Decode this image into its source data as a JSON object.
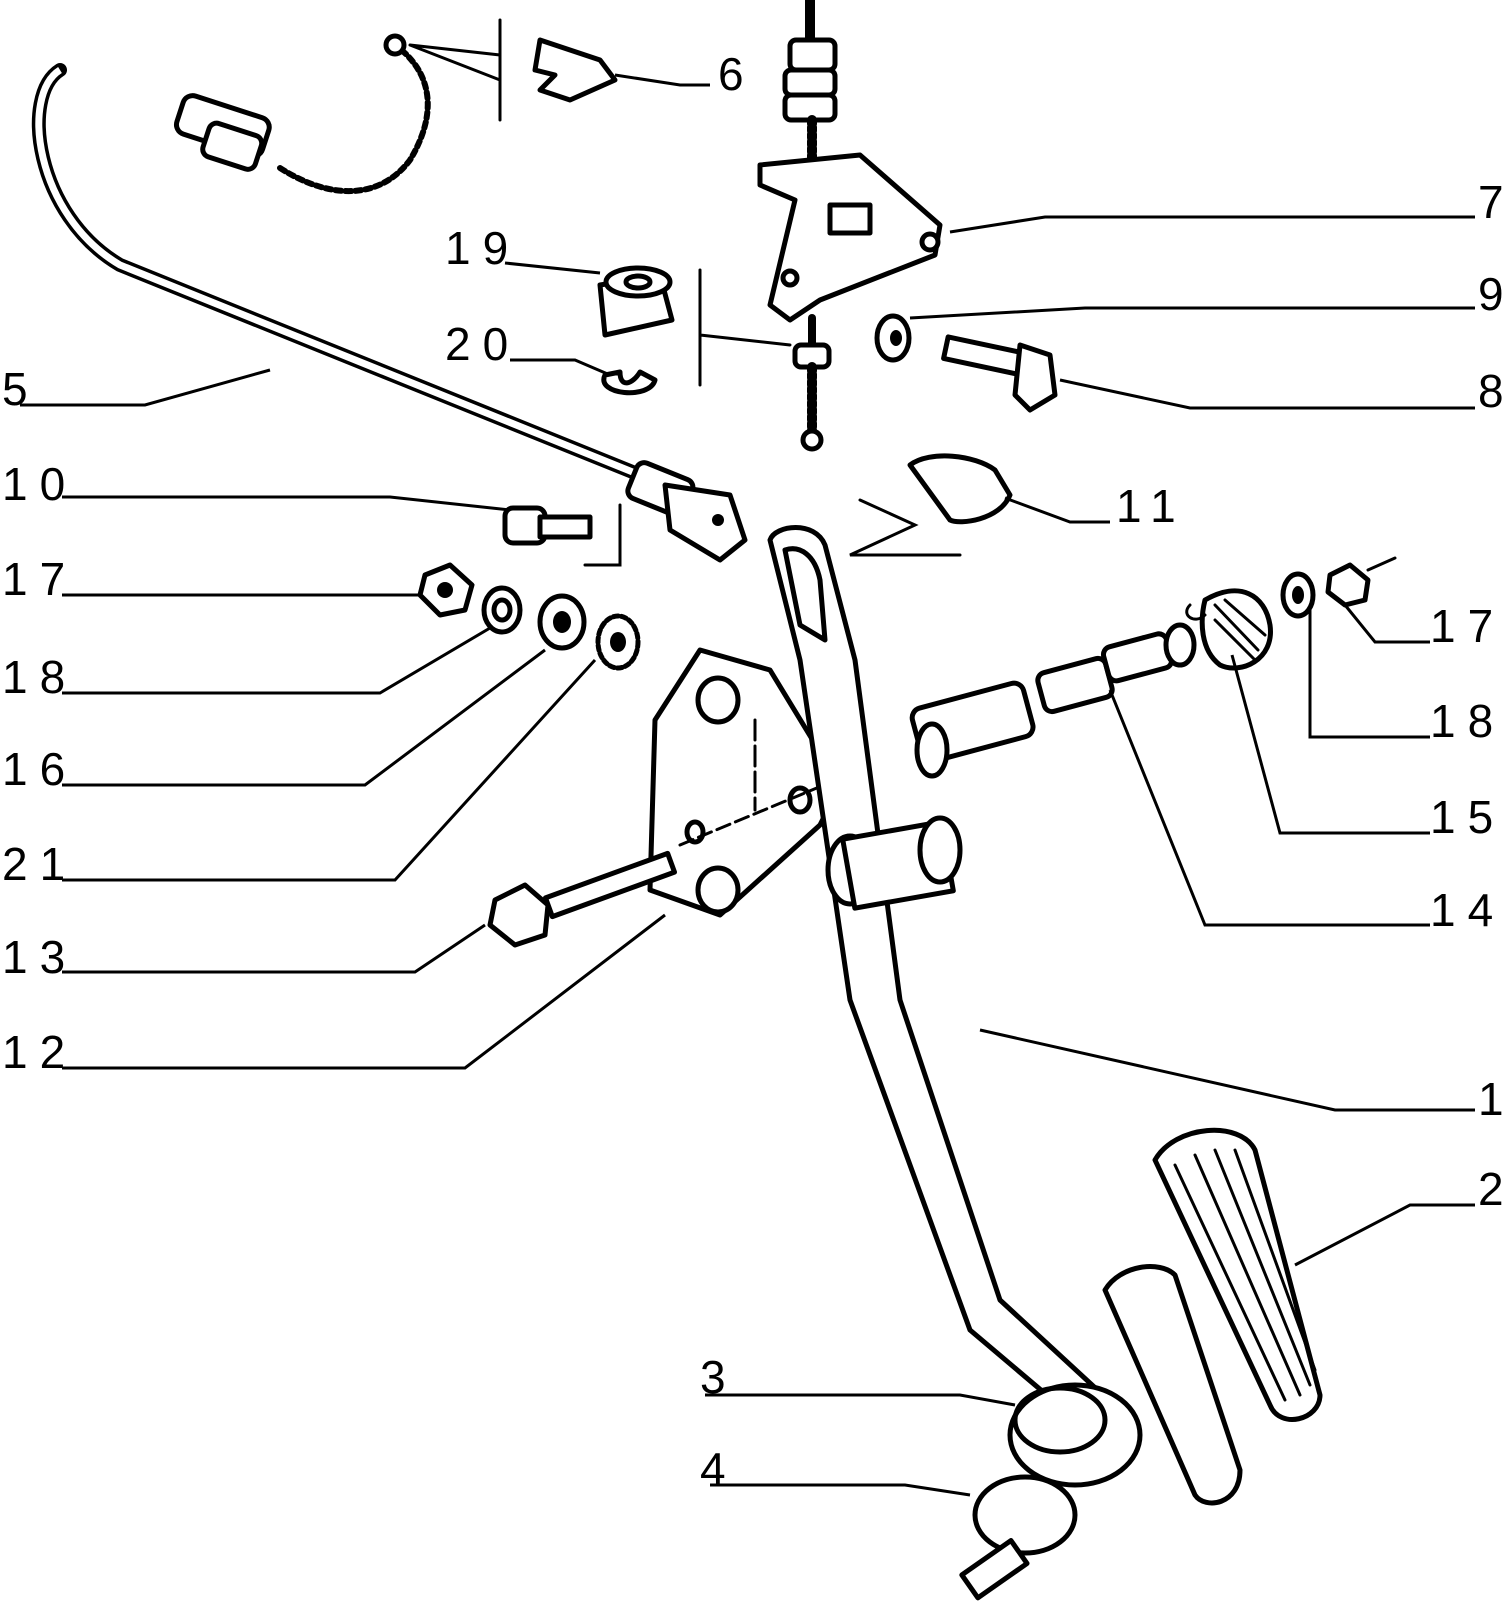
{
  "diagram": {
    "callouts": [
      {
        "id": "c1",
        "label": "1"
      },
      {
        "id": "c2",
        "label": "2"
      },
      {
        "id": "c3",
        "label": "3"
      },
      {
        "id": "c4",
        "label": "4"
      },
      {
        "id": "c5",
        "label": "5"
      },
      {
        "id": "c6",
        "label": "6"
      },
      {
        "id": "c7",
        "label": "7"
      },
      {
        "id": "c8",
        "label": "8"
      },
      {
        "id": "c9",
        "label": "9"
      },
      {
        "id": "c10",
        "label": "10"
      },
      {
        "id": "c11",
        "label": "11"
      },
      {
        "id": "c12",
        "label": "12"
      },
      {
        "id": "c13",
        "label": "13"
      },
      {
        "id": "c14",
        "label": "14"
      },
      {
        "id": "c15",
        "label": "15"
      },
      {
        "id": "c16",
        "label": "16"
      },
      {
        "id": "c17a",
        "label": "17"
      },
      {
        "id": "c17b",
        "label": "17"
      },
      {
        "id": "c18a",
        "label": "18"
      },
      {
        "id": "c18b",
        "label": "18"
      },
      {
        "id": "c19",
        "label": "19"
      },
      {
        "id": "c20",
        "label": "20"
      },
      {
        "id": "c21",
        "label": "21"
      }
    ]
  }
}
